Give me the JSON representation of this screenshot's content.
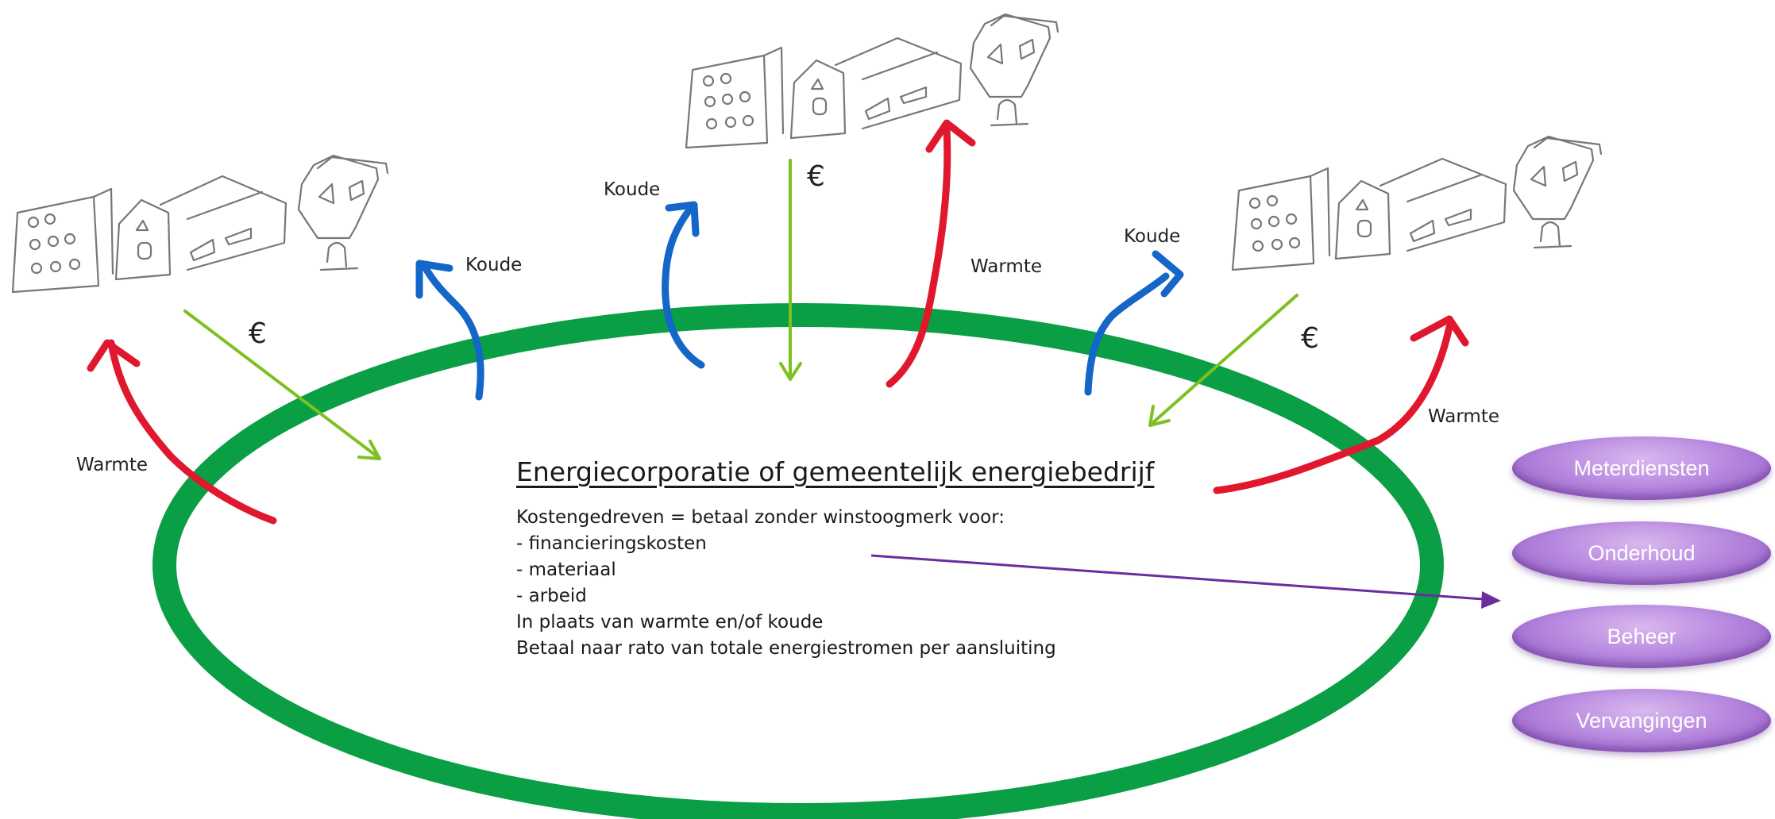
{
  "title": "Energiecorporatie of gemeentelijk energiebedrijf",
  "body_lines": [
    "Kostengedreven = betaal zonder winstoogmerk voor:",
    "- financieringskosten",
    "- materiaal",
    "- arbeid",
    "",
    "In plaats van warmte en/of koude",
    "Betaal naar rato van totale energiestromen per aansluiting"
  ],
  "flow_labels": {
    "warmte": "Warmte",
    "koude": "Koude",
    "euro": "€"
  },
  "services": [
    "Meterdiensten",
    "Onderhoud",
    "Beheer",
    "Vervangingen"
  ],
  "colors": {
    "ring": "#0a9f45",
    "heat": "#e0182e",
    "cold": "#1466c8",
    "money": "#7cc11f",
    "link": "#6a2d9e",
    "pill": "#b98be0"
  }
}
